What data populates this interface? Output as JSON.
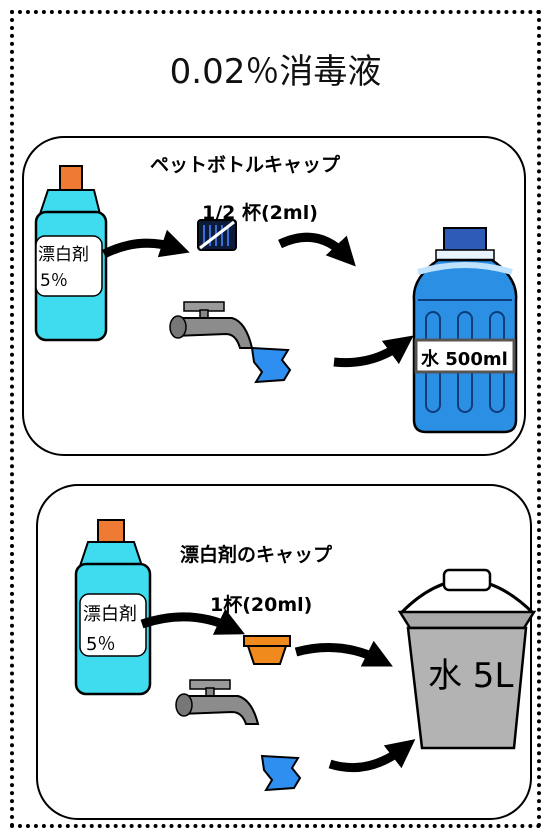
{
  "title": "0.02％消毒液",
  "panel1": {
    "heading": "ペットボトルキャップ",
    "bottle_label": [
      "漂白剤",
      "5％"
    ],
    "measure": "1/2 杯(2ml)",
    "water": "水 500ml"
  },
  "panel2": {
    "heading": "漂白剤のキャップ",
    "bottle_label": [
      "漂白剤",
      "5％"
    ],
    "measure": "1杯(20ml)",
    "water": "水 5L"
  },
  "colors": {
    "bottle_body": "#3fdcef",
    "bottle_cap": "#ef7a33",
    "pet_water": "#2b8fe3",
    "pet_cap": "#2f5bb8",
    "bucket": "#b3b3b3",
    "cup": "#f08a1d",
    "faucet": "#8c8c8c",
    "water_stream": "#2f8ff0"
  }
}
